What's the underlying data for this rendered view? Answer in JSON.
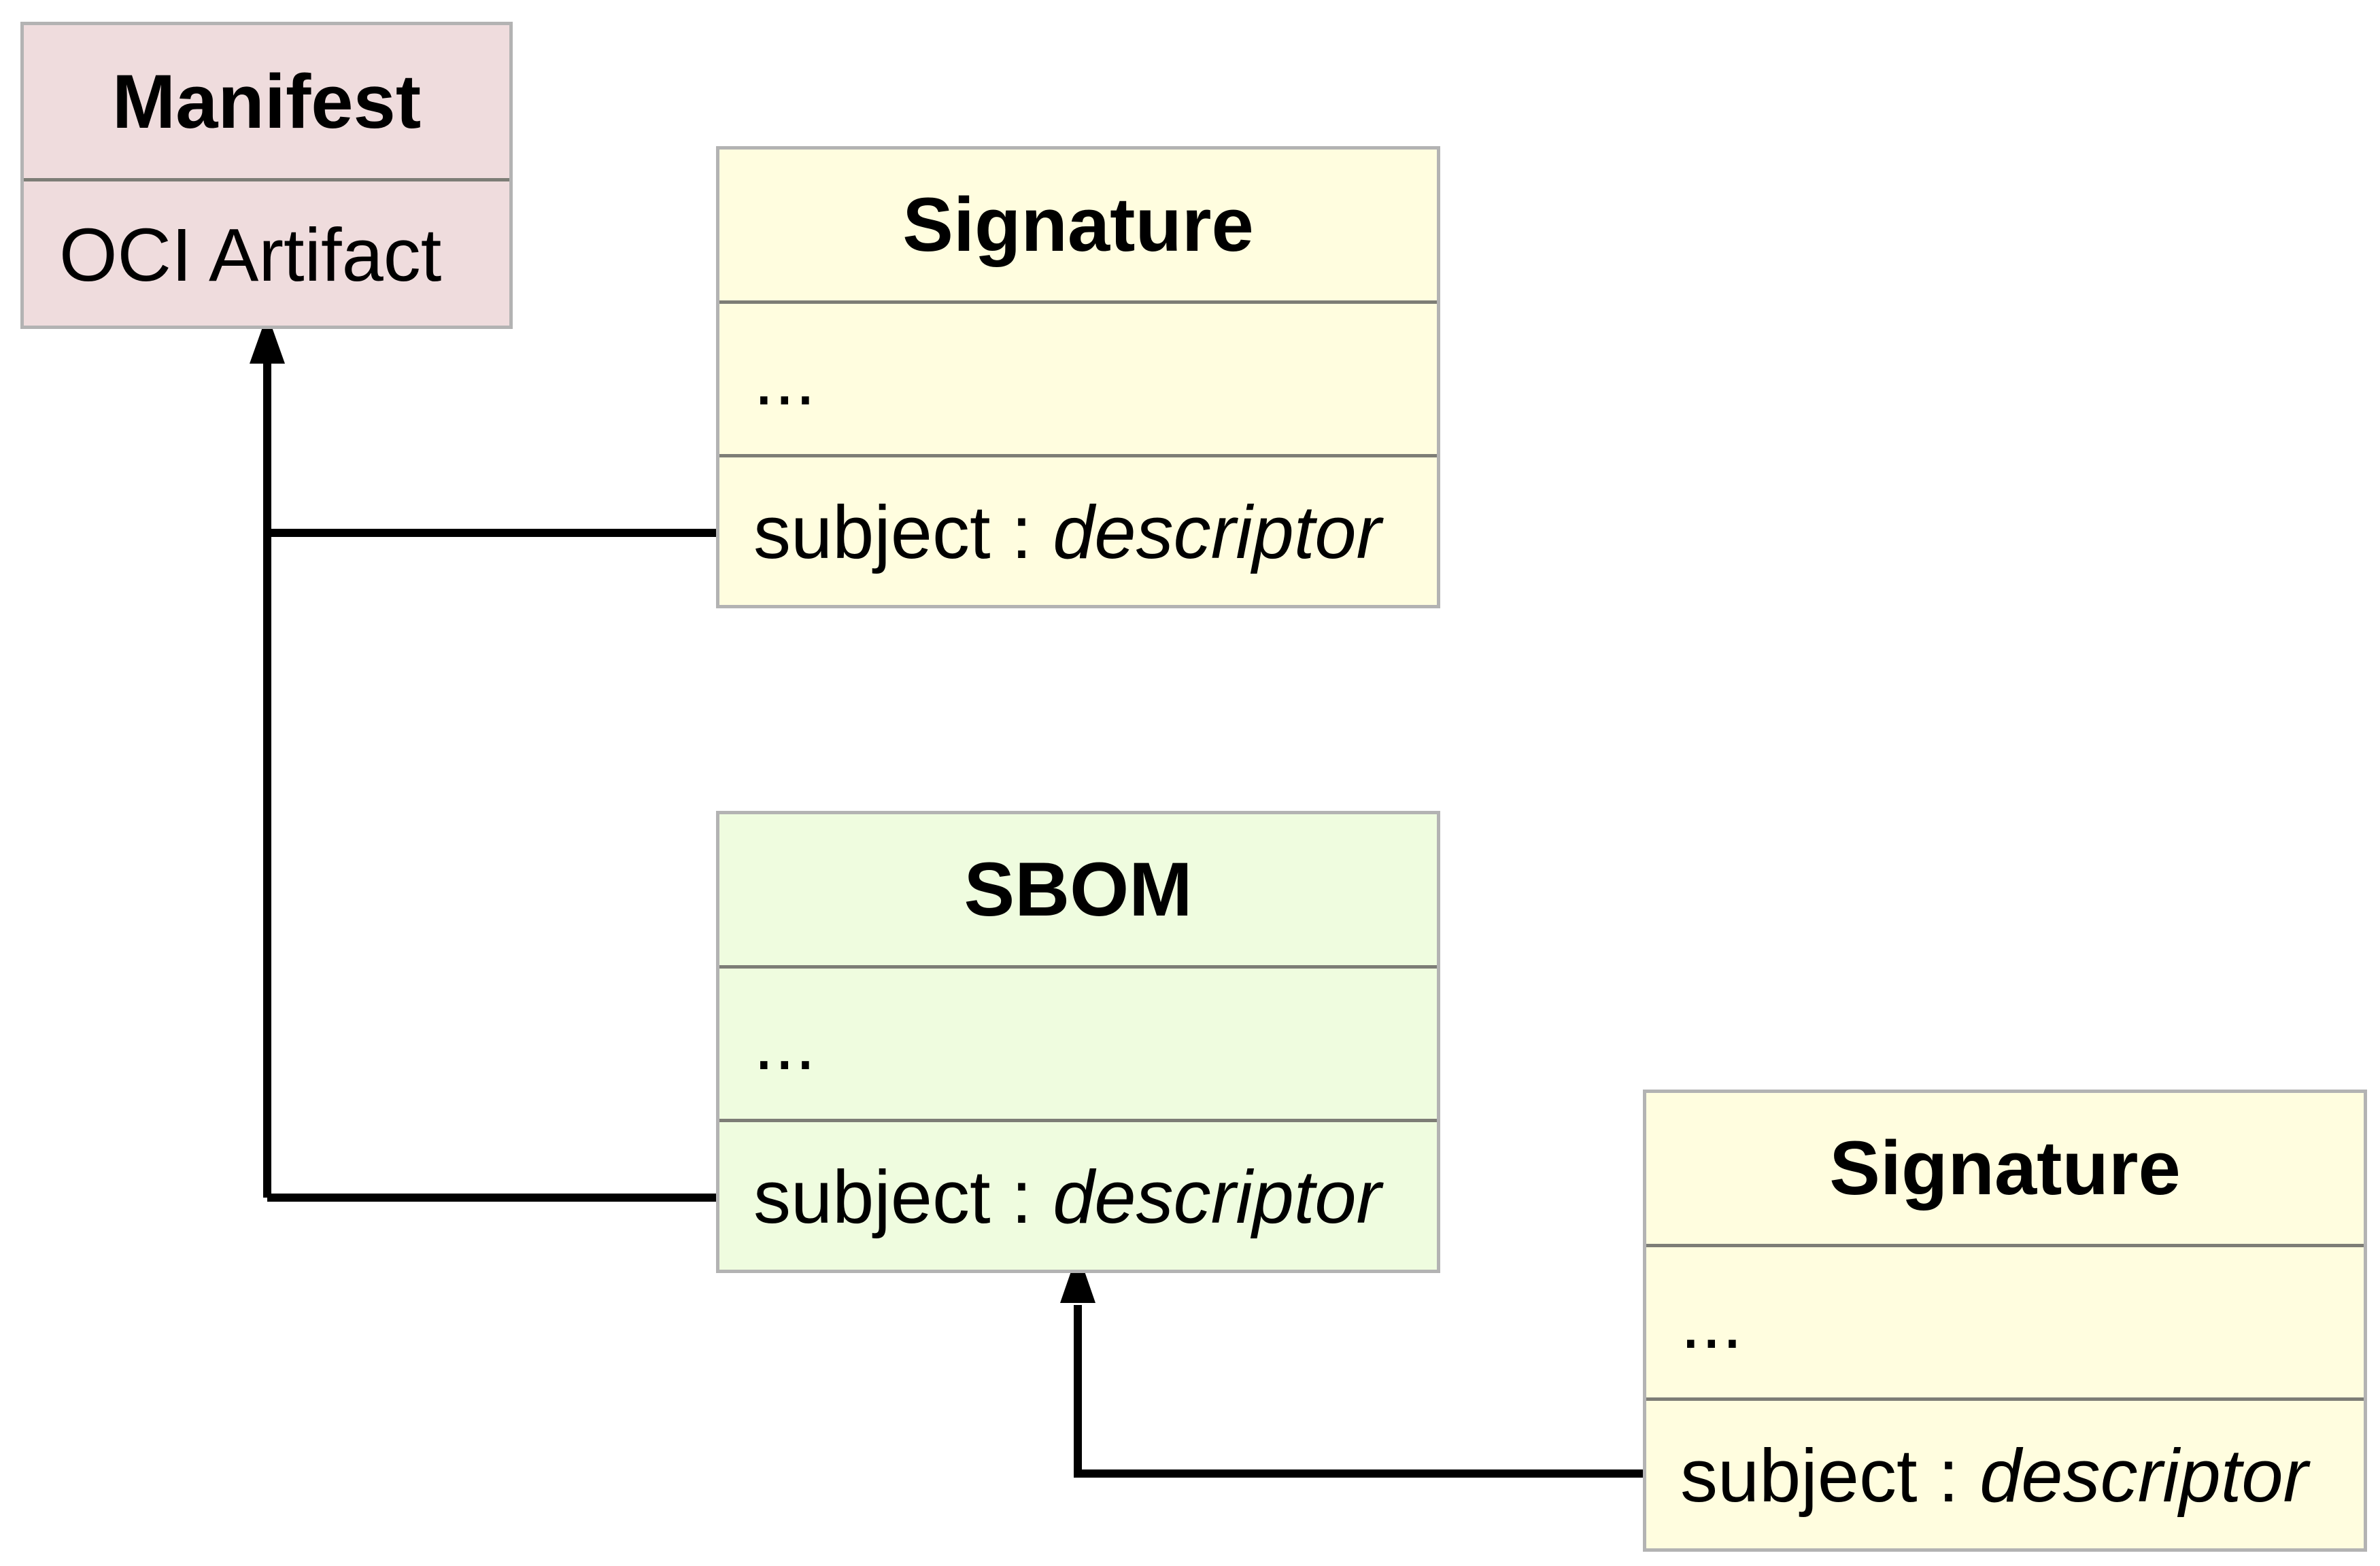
{
  "diagram": {
    "manifest": {
      "title": "Manifest",
      "attribute": "OCI Artifact",
      "fill": "#efdcdd"
    },
    "signature_1": {
      "title": "Signature",
      "ellipsis": "...",
      "attr_name": "subject : ",
      "attr_type": "descriptor",
      "fill": "#fffddf"
    },
    "sbom": {
      "title": "SBOM",
      "ellipsis": "...",
      "attr_name": "subject : ",
      "attr_type": "descriptor",
      "fill": "#effcdf"
    },
    "signature_2": {
      "title": "Signature",
      "ellipsis": "...",
      "attr_name": "subject : ",
      "attr_type": "descriptor",
      "fill": "#fffddf"
    },
    "edges": [
      {
        "from": "signature_1",
        "to": "manifest"
      },
      {
        "from": "sbom",
        "to": "manifest"
      },
      {
        "from": "signature_2",
        "to": "sbom"
      }
    ],
    "border_color": "#b3b3b3",
    "divider_color": "#7d7d76",
    "edge_color": "#000000"
  }
}
